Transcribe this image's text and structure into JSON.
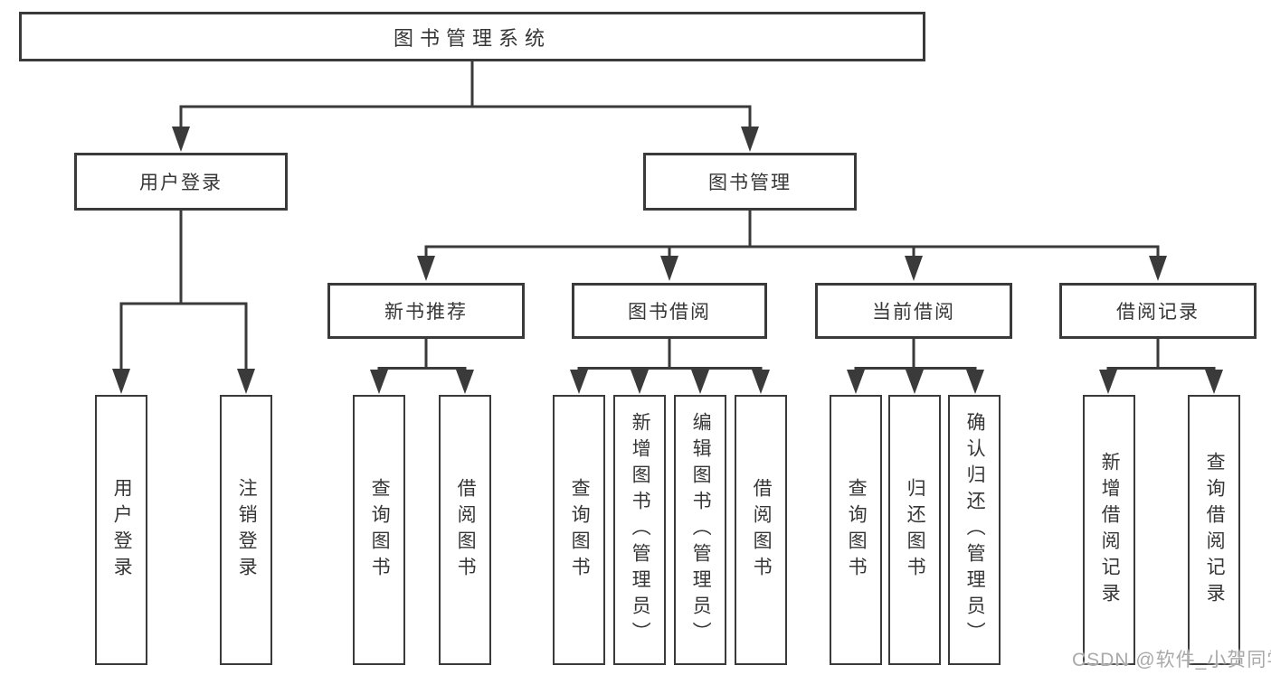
{
  "diagram": {
    "root": {
      "label": "图书管理系统"
    },
    "branches": [
      {
        "label": "用户登录",
        "children": [
          {
            "label": "用户登录"
          },
          {
            "label": "注销登录"
          }
        ]
      },
      {
        "label": "图书管理",
        "children": [
          {
            "label": "新书推荐",
            "children": [
              {
                "label": "查询图书"
              },
              {
                "label": "借阅图书"
              }
            ]
          },
          {
            "label": "图书借阅",
            "children": [
              {
                "label": "查询图书"
              },
              {
                "label": "新增图书（管理员）"
              },
              {
                "label": "编辑图书（管理员）"
              },
              {
                "label": "借阅图书"
              }
            ]
          },
          {
            "label": "当前借阅",
            "children": [
              {
                "label": "查询图书"
              },
              {
                "label": "归还图书"
              },
              {
                "label": "确认归还（管理员）"
              }
            ]
          },
          {
            "label": "借阅记录",
            "children": [
              {
                "label": "新增借阅记录"
              },
              {
                "label": "查询借阅记录"
              }
            ]
          }
        ]
      }
    ]
  },
  "watermark": {
    "text": "CSDN @软件_小贺同学"
  },
  "colors": {
    "line": "#3a3a3a",
    "text": "#363636",
    "watermark": "#a9a9a9",
    "background": "#ffffff"
  }
}
